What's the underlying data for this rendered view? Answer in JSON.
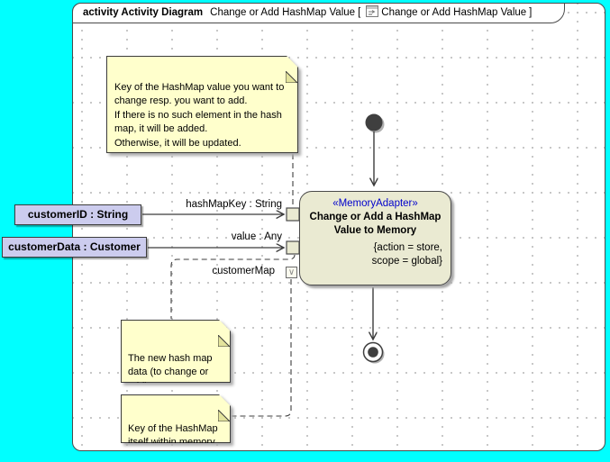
{
  "frame": {
    "keyword": "activity Activity Diagram",
    "diagram_name": "Change or Add HashMap Value",
    "bracket_open": "[",
    "ref_name": "Change or Add HashMap Value",
    "bracket_close": "]"
  },
  "action": {
    "stereotype": "«MemoryAdapter»",
    "name": "Change or Add a HashMap\nValue to Memory",
    "constraint": "{action = store,\nscope = global}"
  },
  "pins": {
    "hash_map_key_label": "hashMapKey : String",
    "value_label": "value : Any",
    "customer_map_label": "customerMap"
  },
  "parameters": {
    "customer_id": "customerID : String",
    "customer_data": "customerData : Customer"
  },
  "notes": {
    "hash_map_key_note": "Key of the HashMap value you want to change resp. you want to add.\nIf there is no such element in the hash map, it will be added.\nOtherwise, it will be updated.",
    "new_data_note": "The new hash map data (to change or add).",
    "memory_key_note": "Key of the HashMap itself within memory."
  },
  "icons": {
    "value_pin": "∨",
    "frame_title_icon": "activity-diagram"
  },
  "colors": {
    "canvas_background": "#00FFFF",
    "note_fill": "#FFFFCC",
    "action_fill": "#EAEAD2",
    "parameter_fill": "#CCCCEE",
    "stereotype_color": "#0000CC",
    "line_color": "#3C3C3C"
  }
}
